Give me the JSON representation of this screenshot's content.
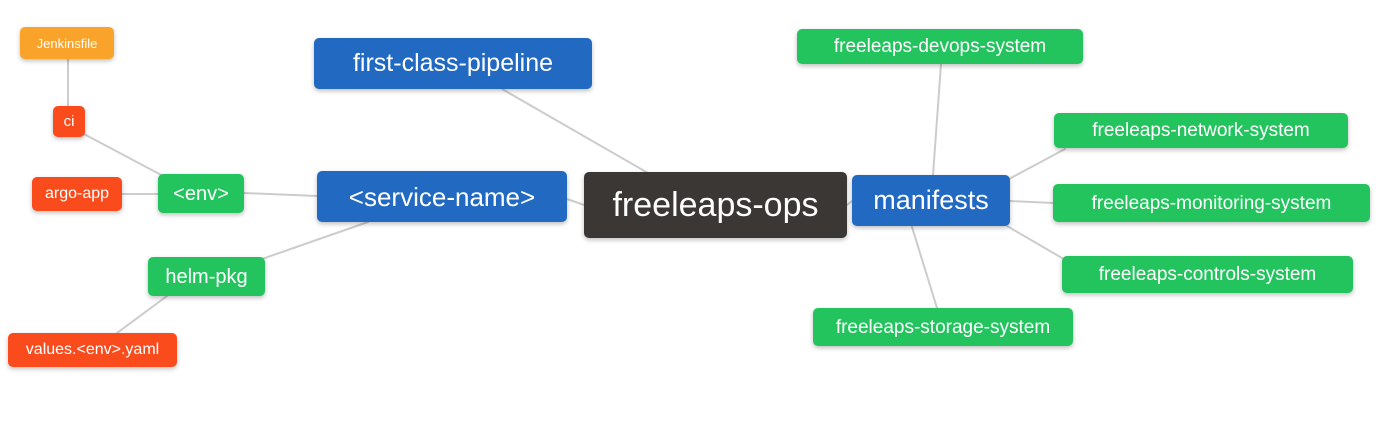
{
  "palette": {
    "blue": "#2169c1",
    "green": "#23c45e",
    "orange": "#f9a32a",
    "red": "#fa4b1d",
    "dark": "#3a3734",
    "edge": "#cccccc",
    "text": "#ffffff",
    "background": "#ffffff"
  },
  "diagram_type": "mindmap",
  "nodes": [
    {
      "id": "jenkinsfile",
      "label": "Jenkinsfile",
      "color": "orange"
    },
    {
      "id": "ci",
      "label": "ci",
      "color": "red"
    },
    {
      "id": "argo-app",
      "label": "argo-app",
      "color": "red"
    },
    {
      "id": "env",
      "label": "<env>",
      "color": "green"
    },
    {
      "id": "helm-pkg",
      "label": "helm-pkg",
      "color": "green"
    },
    {
      "id": "values-env-yaml",
      "label": "values.<env>.yaml",
      "color": "red"
    },
    {
      "id": "first-class-pipeline",
      "label": "first-class-pipeline",
      "color": "blue"
    },
    {
      "id": "service-name",
      "label": "<service-name>",
      "color": "blue"
    },
    {
      "id": "freeleaps-ops",
      "label": "freeleaps-ops",
      "color": "dark"
    },
    {
      "id": "manifests",
      "label": "manifests",
      "color": "blue"
    },
    {
      "id": "freeleaps-devops-system",
      "label": "freeleaps-devops-system",
      "color": "green"
    },
    {
      "id": "freeleaps-network-system",
      "label": "freeleaps-network-system",
      "color": "green"
    },
    {
      "id": "freeleaps-monitoring-system",
      "label": "freeleaps-monitoring-system",
      "color": "green"
    },
    {
      "id": "freeleaps-controls-system",
      "label": "freeleaps-controls-system",
      "color": "green"
    },
    {
      "id": "freeleaps-storage-system",
      "label": "freeleaps-storage-system",
      "color": "green"
    }
  ],
  "edges": [
    {
      "from": "jenkinsfile",
      "to": "ci"
    },
    {
      "from": "ci",
      "to": "env"
    },
    {
      "from": "argo-app",
      "to": "env"
    },
    {
      "from": "env",
      "to": "service-name"
    },
    {
      "from": "service-name",
      "to": "helm-pkg"
    },
    {
      "from": "helm-pkg",
      "to": "values-env-yaml"
    },
    {
      "from": "first-class-pipeline",
      "to": "freeleaps-ops"
    },
    {
      "from": "service-name",
      "to": "freeleaps-ops"
    },
    {
      "from": "freeleaps-ops",
      "to": "manifests"
    },
    {
      "from": "manifests",
      "to": "freeleaps-devops-system"
    },
    {
      "from": "manifests",
      "to": "freeleaps-network-system"
    },
    {
      "from": "manifests",
      "to": "freeleaps-monitoring-system"
    },
    {
      "from": "manifests",
      "to": "freeleaps-controls-system"
    },
    {
      "from": "manifests",
      "to": "freeleaps-storage-system"
    }
  ]
}
